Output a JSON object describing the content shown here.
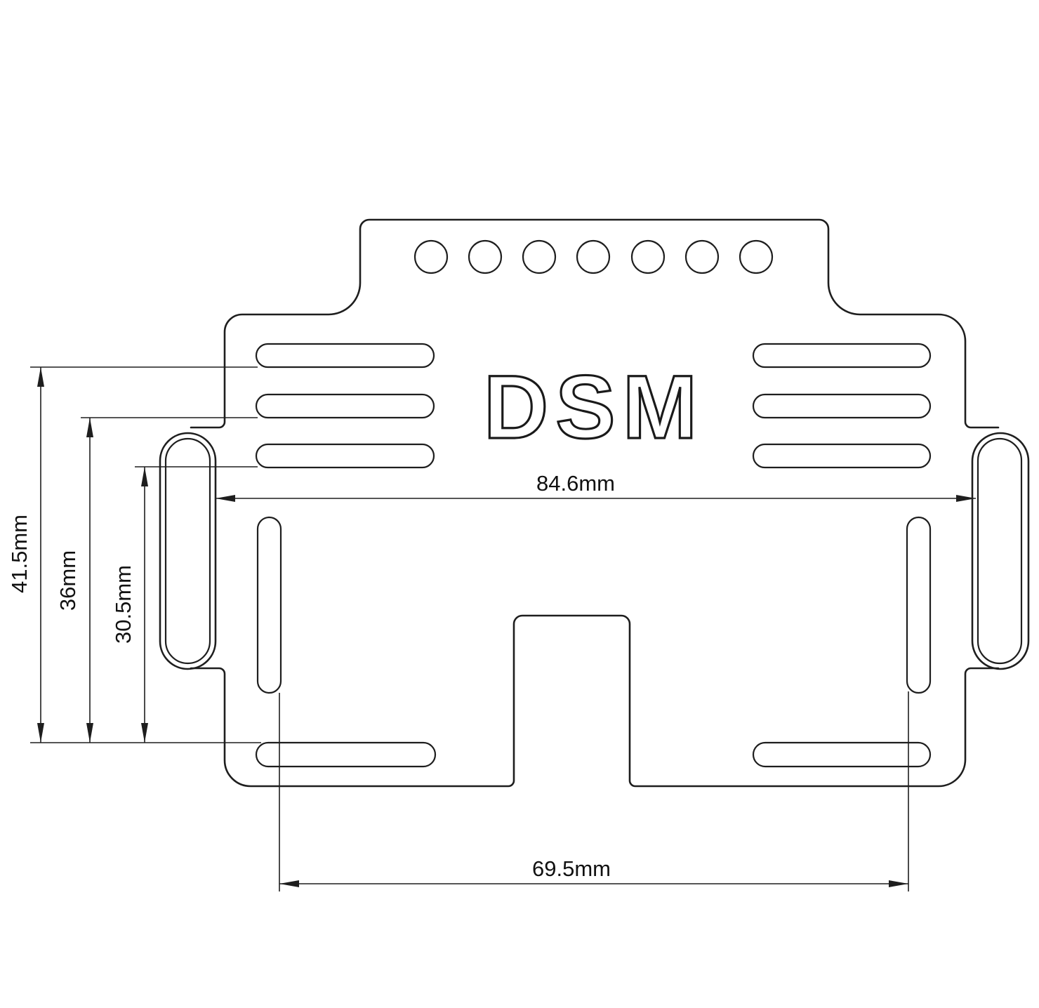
{
  "drawing": {
    "background": "#ffffff",
    "line_color": "#1e1e1e",
    "logo_text": "DSM",
    "dimensions": {
      "overall_height": "41.5mm",
      "mid_height": "36mm",
      "slot_height": "30.5mm",
      "upper_width": "84.6mm",
      "lower_width": "69.5mm"
    },
    "features": {
      "top_hole_count": 7,
      "horizontal_slot_rows_per_side": 3,
      "bottom_slots": 2,
      "inner_vertical_slots": 2,
      "side_tabs_with_slots": 2,
      "bottom_center_notch": 1
    }
  }
}
